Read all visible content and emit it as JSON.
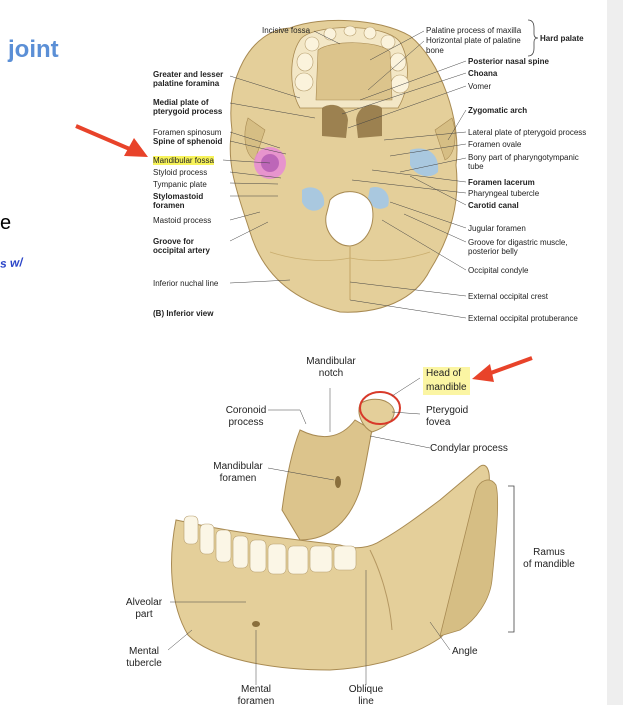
{
  "slide": {
    "title_fragment": "joint",
    "body_fragment": "e",
    "handwritten_note": "s w/"
  },
  "skull_view": {
    "top_labels": [
      "Incisive fossa",
      "Palatine process of maxilla",
      "Horizontal plate of palatine",
      "bone",
      "Hard palate"
    ],
    "left_labels": [
      {
        "text": "Greater and lesser",
        "bold": true
      },
      {
        "text": "palatine foramina",
        "bold": true
      },
      {
        "text": "Medial plate of",
        "bold": true
      },
      {
        "text": "pterygoid process",
        "bold": true
      },
      {
        "text": "Foramen spinosum",
        "bold": false
      },
      {
        "text": "Spine of sphenoid",
        "bold": true
      },
      {
        "text": "Mandibular fossa",
        "bold": false,
        "highlight": true
      },
      {
        "text": "Styloid process",
        "bold": false
      },
      {
        "text": "Tympanic plate",
        "bold": false
      },
      {
        "text": "Stylomastoid",
        "bold": true
      },
      {
        "text": "foramen",
        "bold": true
      },
      {
        "text": "Mastoid process",
        "bold": false
      },
      {
        "text": "Groove for",
        "bold": true
      },
      {
        "text": "occipital artery",
        "bold": true
      },
      {
        "text": "Inferior nuchal line",
        "bold": false
      },
      {
        "text": "(B) Inferior view",
        "bold": true
      }
    ],
    "right_labels": [
      {
        "text": "Posterior nasal spine",
        "bold": true
      },
      {
        "text": "Choana",
        "bold": true
      },
      {
        "text": "Vomer",
        "bold": false
      },
      {
        "text": "Zygomatic arch",
        "bold": true
      },
      {
        "text": "Lateral plate of pterygoid process",
        "bold": false
      },
      {
        "text": "Foramen ovale",
        "bold": false
      },
      {
        "text": "Bony part of pharyngotympanic",
        "bold": false
      },
      {
        "text": "tube",
        "bold": false
      },
      {
        "text": "Foramen lacerum",
        "bold": true
      },
      {
        "text": "Pharyngeal tubercle",
        "bold": false
      },
      {
        "text": "Carotid canal",
        "bold": true
      },
      {
        "text": "Jugular foramen",
        "bold": false
      },
      {
        "text": "Groove for digastric muscle,",
        "bold": false
      },
      {
        "text": "posterior belly",
        "bold": false
      },
      {
        "text": "Occipital condyle",
        "bold": false
      },
      {
        "text": "External occipital crest",
        "bold": false
      },
      {
        "text": "External occipital protuberance",
        "bold": false
      }
    ]
  },
  "mandible_view": {
    "labels": {
      "mandibular_notch": [
        "Mandibular",
        "notch"
      ],
      "head_of_mandible": [
        "Head of",
        "mandible"
      ],
      "coronoid_process": [
        "Coronoid",
        "process"
      ],
      "pterygoid_fovea": [
        "Pterygoid",
        "fovea"
      ],
      "condylar_process": "Condylar process",
      "mandibular_foramen": [
        "Mandibular",
        "foramen"
      ],
      "ramus": [
        "Ramus",
        "of mandible"
      ],
      "alveolar_part": [
        "Alveolar",
        "part"
      ],
      "mental_tubercle": [
        "Mental",
        "tubercle"
      ],
      "angle": "Angle",
      "mental_foramen": [
        "Mental",
        "foramen"
      ],
      "oblique_line": [
        "Oblique",
        "line"
      ]
    }
  },
  "colors": {
    "title": "#5b8fd6",
    "bone": "#e4cf9a",
    "bone_shadow": "#c9ad6e",
    "arrow": "#e8432a",
    "highlight": "#f7f35a",
    "annotation_circle": "#d83a2a"
  }
}
